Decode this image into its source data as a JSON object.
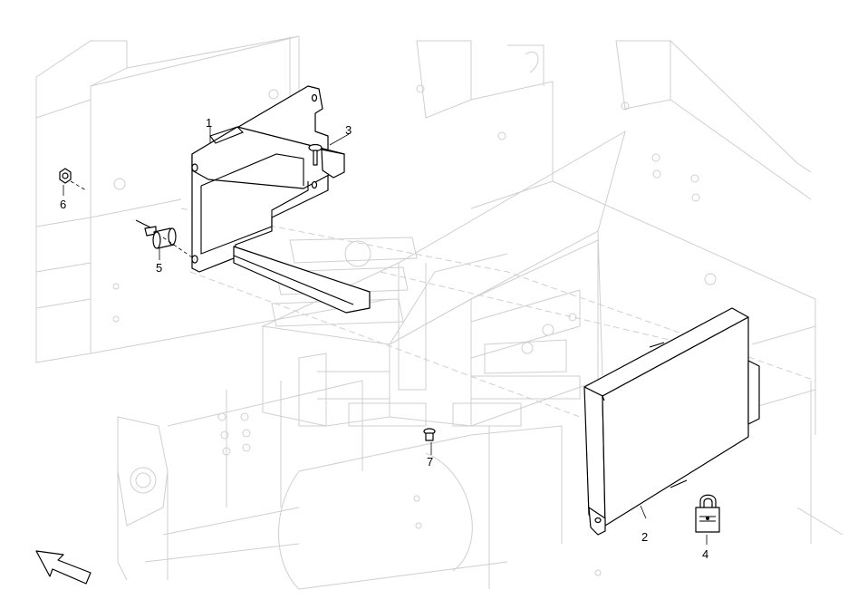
{
  "callouts": [
    {
      "id": "1",
      "label": "1"
    },
    {
      "id": "2",
      "label": "2"
    },
    {
      "id": "3",
      "label": "3"
    },
    {
      "id": "4",
      "label": "4"
    },
    {
      "id": "5",
      "label": "5"
    },
    {
      "id": "6",
      "label": "6"
    },
    {
      "id": "7",
      "label": "7"
    }
  ],
  "colors": {
    "line": "#000000",
    "ghost": "#cfcfcf",
    "background": "#ffffff"
  },
  "icons": [
    "padlock-icon",
    "direction-arrow-icon"
  ]
}
